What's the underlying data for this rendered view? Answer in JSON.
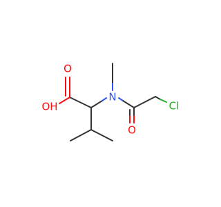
{
  "molecule": {
    "atoms": {
      "hydroxyl": "OH",
      "carbonyl_oxygen_acid": "O",
      "nitrogen": "N",
      "carbonyl_oxygen_amide": "O",
      "chlorine": "Cl"
    },
    "colors": {
      "carbon_bond": "#333333",
      "oxygen": "#ff0d0d",
      "nitrogen": "#3050f8",
      "chlorine": "#1fae1f"
    }
  }
}
